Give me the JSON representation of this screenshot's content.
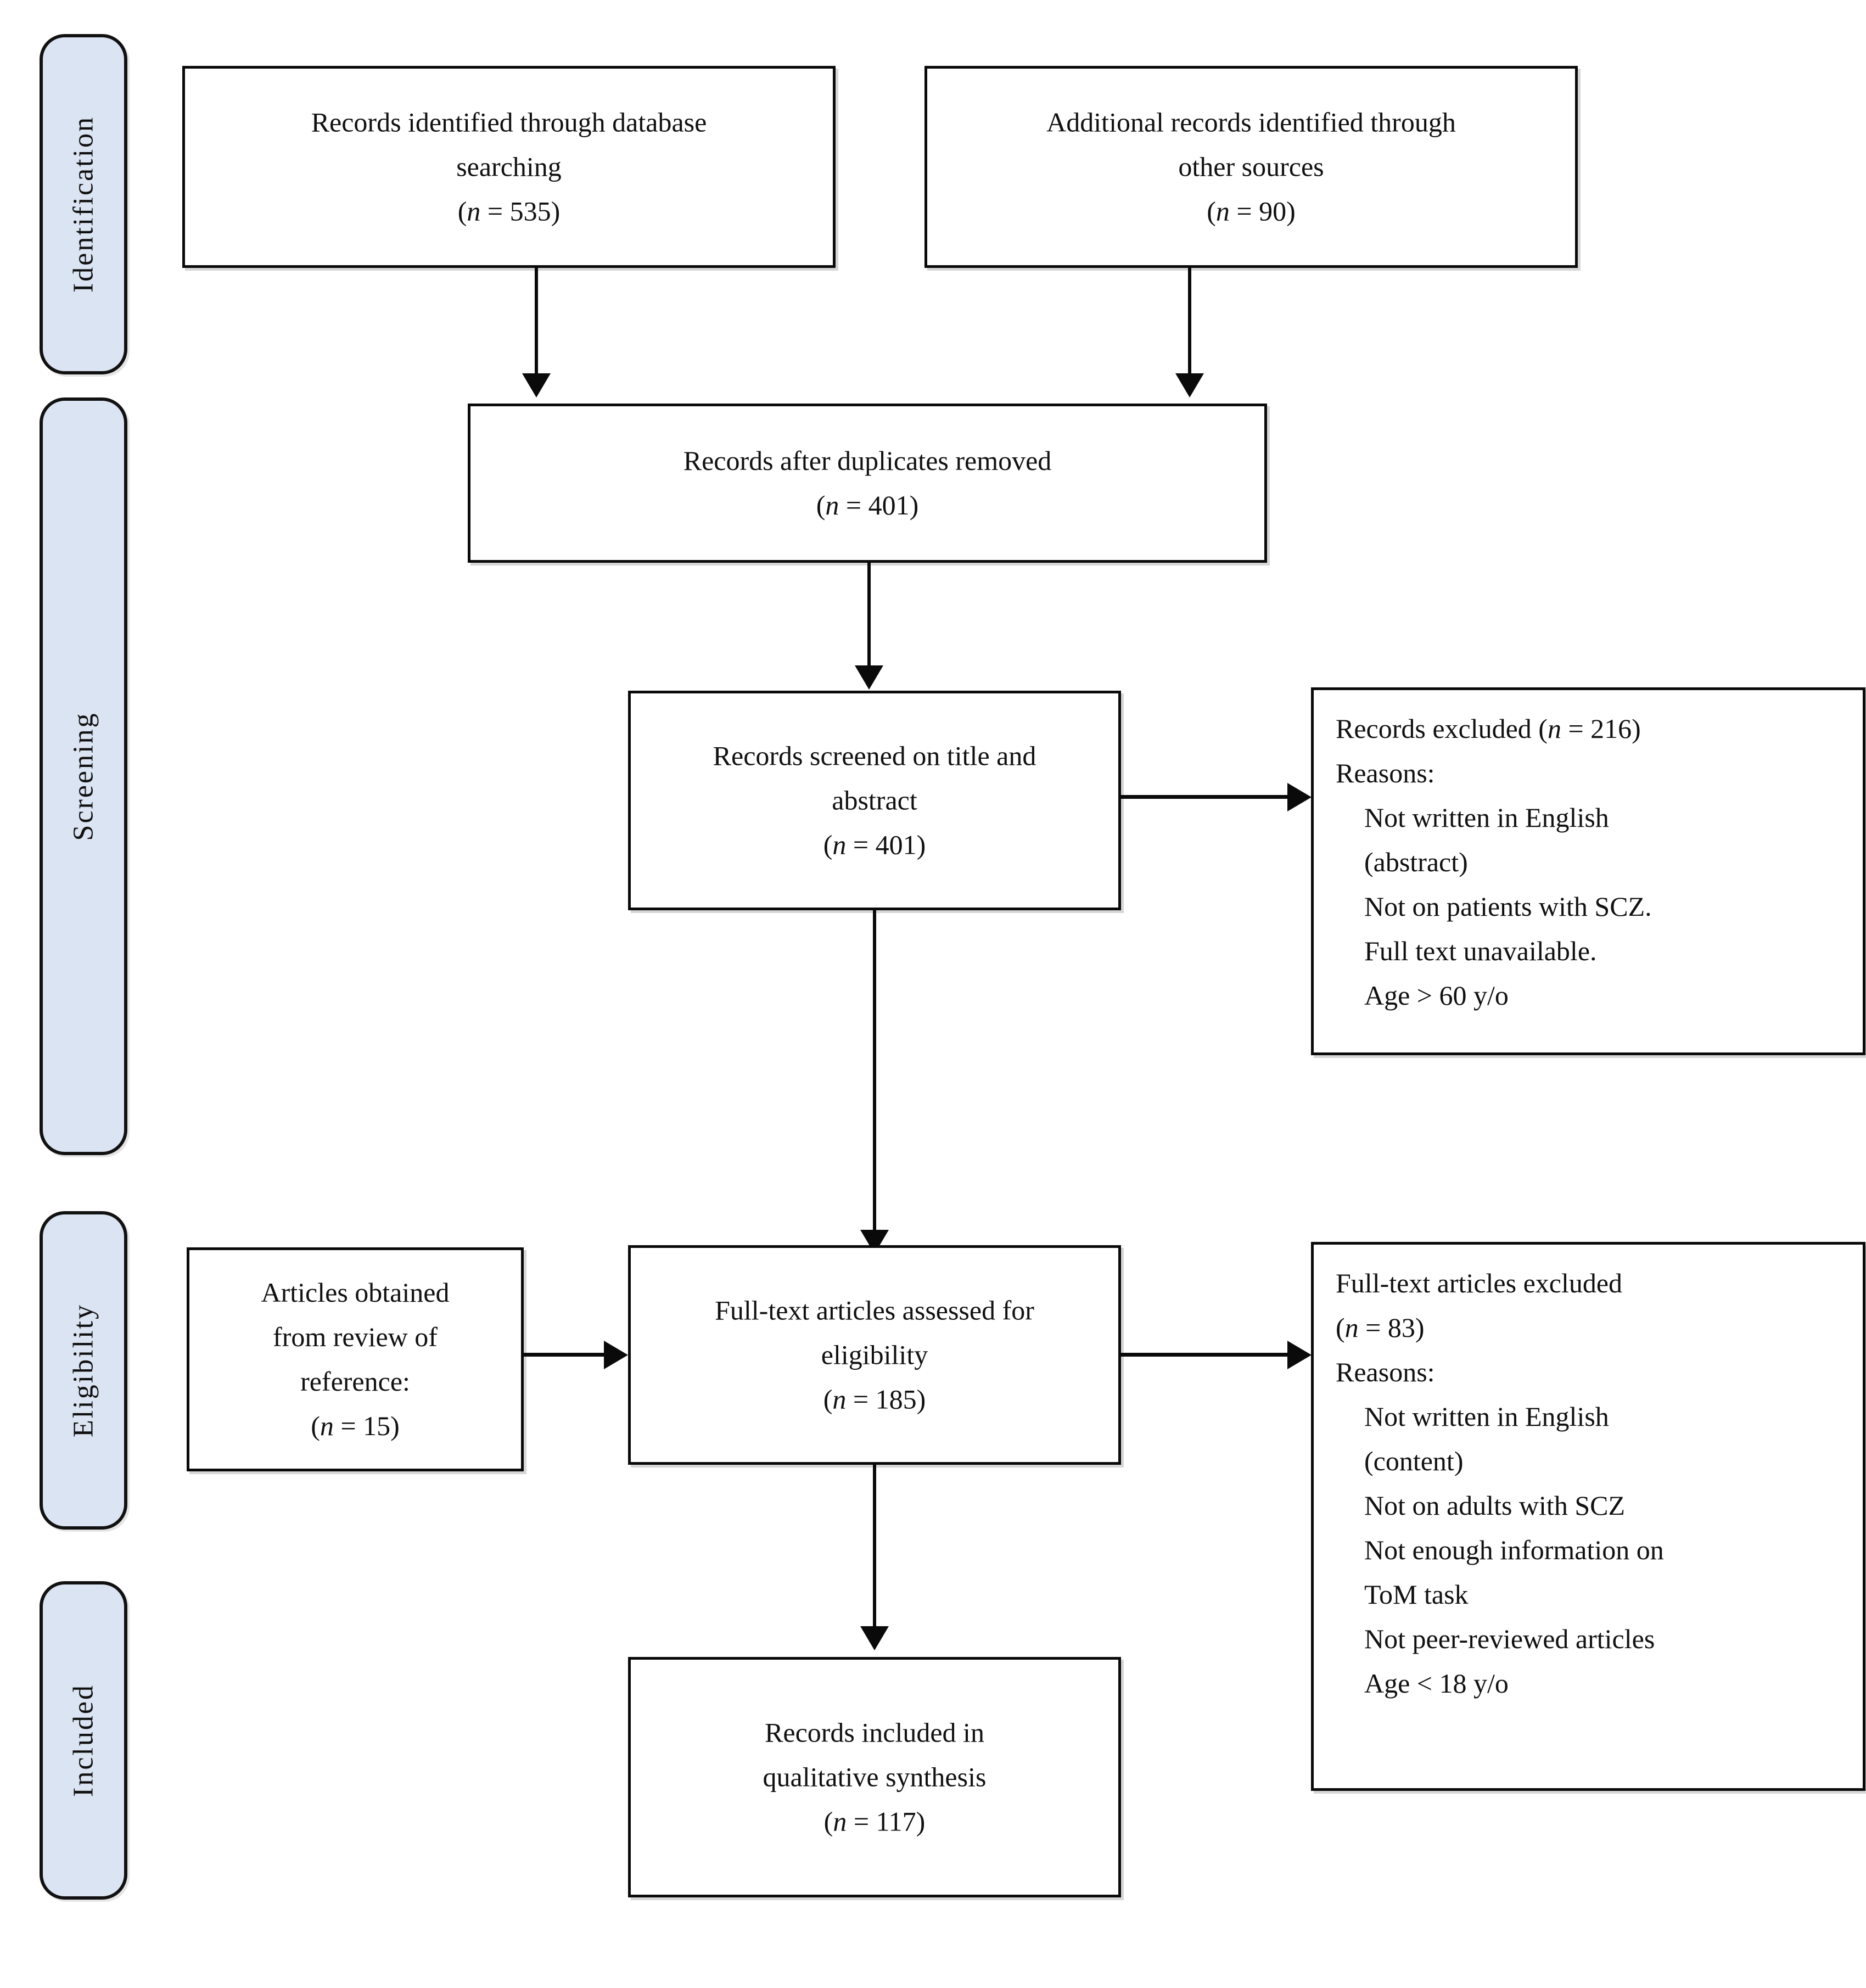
{
  "diagram": {
    "type": "prisma-flow-diagram",
    "title": "PRISMA flow diagram",
    "accent_color": "#dbe4f2",
    "border_color": "#0a0a0a",
    "text_color": "#111111"
  },
  "stages": [
    {
      "id": "identification",
      "label": "Identification"
    },
    {
      "id": "screening",
      "label": "Screening"
    },
    {
      "id": "eligibility",
      "label": "Eligibility"
    },
    {
      "id": "included",
      "label": "Included"
    }
  ],
  "boxes": {
    "db_search": {
      "lines": [
        "Records identified through database",
        "searching"
      ],
      "count_line": "(n = 535)",
      "n_label": "n",
      "n_value": "535"
    },
    "other_sources": {
      "lines": [
        "Additional records identified through",
        "other sources"
      ],
      "count_line": "(n = 90)",
      "n_label": "n",
      "n_value": "90"
    },
    "duplicates_removed": {
      "lines": [
        "Records after duplicates removed"
      ],
      "count_line": "(n = 401)",
      "n_label": "n",
      "n_value": "401"
    },
    "screened": {
      "lines": [
        "Records screened on title and",
        "abstract"
      ],
      "count_line": "(n = 401)",
      "n_label": "n",
      "n_value": "401"
    },
    "records_excluded": {
      "heading": "Records excluded (n = 216)",
      "heading_prefix": "Records excluded (",
      "n_label": "n",
      "n_value": "216",
      "heading_suffix": ")",
      "reasons_label": "Reasons:",
      "reasons": [
        "Not written in English",
        "(abstract)",
        "Not on patients with SCZ.",
        "Full text unavailable.",
        "Age > 60 y/o"
      ]
    },
    "articles_from_reference": {
      "lines": [
        "Articles obtained",
        "from review of",
        "reference:"
      ],
      "count_line": "(n = 15)",
      "n_label": "n",
      "n_value": "15"
    },
    "fulltext_assessed": {
      "lines": [
        "Full-text articles assessed for",
        "eligibility"
      ],
      "count_line": "(n = 185)",
      "n_label": "n",
      "n_value": "185"
    },
    "fulltext_excluded": {
      "heading": "Full-text articles excluded",
      "count_line": "(n = 83)",
      "n_label": "n",
      "n_value": "83",
      "reasons_label": "Reasons:",
      "reasons": [
        "Not written in English",
        "(content)",
        "Not on adults with SCZ",
        "Not enough information on",
        "ToM task",
        "Not peer-reviewed articles",
        "Age < 18 y/o"
      ]
    },
    "included_qualitative": {
      "lines": [
        "Records included in",
        "qualitative synthesis"
      ],
      "count_line": "(n = 117)",
      "n_label": "n",
      "n_value": "117"
    }
  },
  "chart_data": {
    "type": "diagram",
    "title": "PRISMA flow diagram",
    "nodes": [
      {
        "id": "db_search",
        "stage": "Identification",
        "n": 535
      },
      {
        "id": "other_sources",
        "stage": "Identification",
        "n": 90
      },
      {
        "id": "duplicates_removed",
        "stage": "Screening",
        "n": 401
      },
      {
        "id": "screened",
        "stage": "Screening",
        "n": 401
      },
      {
        "id": "records_excluded",
        "stage": "Screening",
        "n": 216
      },
      {
        "id": "articles_from_reference",
        "stage": "Eligibility",
        "n": 15
      },
      {
        "id": "fulltext_assessed",
        "stage": "Eligibility",
        "n": 185
      },
      {
        "id": "fulltext_excluded",
        "stage": "Eligibility",
        "n": 83
      },
      {
        "id": "included_qualitative",
        "stage": "Included",
        "n": 117
      }
    ],
    "edges": [
      {
        "from": "db_search",
        "to": "duplicates_removed"
      },
      {
        "from": "other_sources",
        "to": "duplicates_removed"
      },
      {
        "from": "duplicates_removed",
        "to": "screened"
      },
      {
        "from": "screened",
        "to": "records_excluded"
      },
      {
        "from": "screened",
        "to": "fulltext_assessed"
      },
      {
        "from": "articles_from_reference",
        "to": "fulltext_assessed"
      },
      {
        "from": "fulltext_assessed",
        "to": "fulltext_excluded"
      },
      {
        "from": "fulltext_assessed",
        "to": "included_qualitative"
      }
    ]
  }
}
